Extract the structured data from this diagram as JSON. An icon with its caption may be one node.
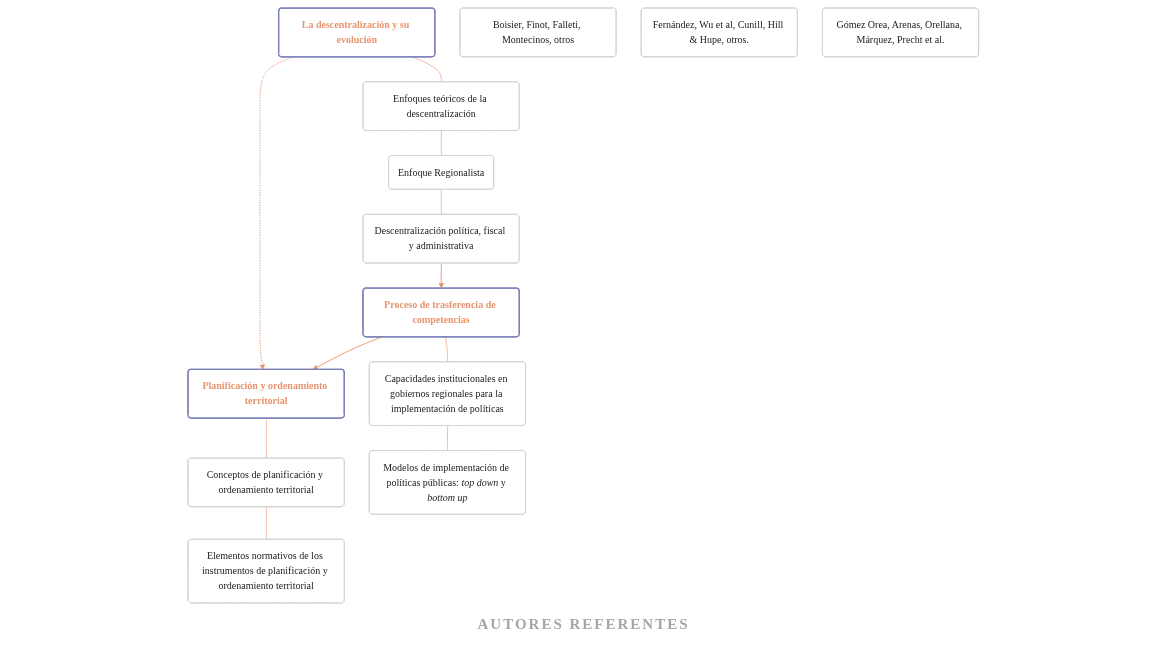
{
  "diagram": {
    "nodes": [
      {
        "text": [
          "La descentralización y su evolución"
        ]
      },
      {
        "text": [
          "Proceso de trasferencia de competencias"
        ]
      },
      {
        "text": [
          "Planificación y ordenamiento territorial"
        ]
      },
      {
        "text": [
          "Enfoques teóricos de la descentralización"
        ]
      },
      {
        "text": [
          "Enfoque Regionalista"
        ]
      },
      {
        "text": [
          "Descentralización política, fiscal y administrativa"
        ]
      },
      {
        "text": [
          "Capacidades institucionales en gobiernos regionales para la implementación de políticas"
        ]
      },
      {
        "text": [
          "Modelos de implementación de políticas públicas: *top down* y *bottom up*"
        ]
      },
      {
        "text": [
          "Conceptos de planificación y ordenamiento territorial"
        ]
      },
      {
        "text": [
          "Elementos normativos de los instrumentos de planificación y ordenamiento territorial"
        ]
      },
      {
        "text": [
          "Boisier, Finot, Falleti, Montecinos, otros"
        ]
      },
      {
        "text": [
          "Fernández, Wu et al, Cunill, Hill & Hupe, otros."
        ]
      },
      {
        "text": [
          "Gómez Orea, Arenas, Orellana, Márquez, Precht et al."
        ]
      }
    ],
    "edges": [
      {
        "from": 0,
        "to": 2,
        "arrow": "to",
        "style": "dashed"
      },
      {
        "from": 0,
        "to": 3,
        "arrow": "none"
      },
      {
        "from": 3,
        "to": 4,
        "arrow": "none"
      },
      {
        "from": 4,
        "to": 5,
        "arrow": "none"
      },
      {
        "from": 5,
        "to": 1,
        "arrow": "to"
      },
      {
        "from": 1,
        "to": 2,
        "arrow": "to"
      },
      {
        "from": 1,
        "to": 6,
        "arrow": "none"
      },
      {
        "from": 6,
        "to": 7,
        "arrow": "none"
      },
      {
        "from": 2,
        "to": 8,
        "arrow": "none"
      },
      {
        "from": 8,
        "to": 9,
        "arrow": "none"
      }
    ],
    "labels": [
      "AUTORES REFERENTES"
    ]
  }
}
